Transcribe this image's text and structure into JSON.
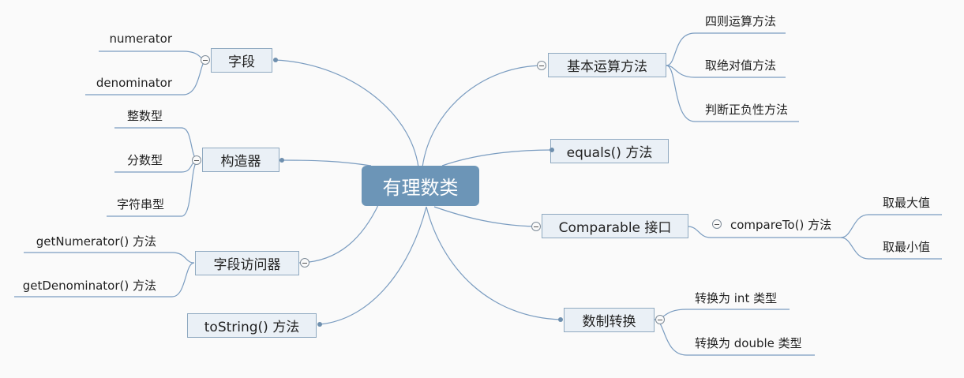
{
  "central": "有理数类",
  "left": {
    "fields": {
      "label": "字段",
      "children": [
        "numerator",
        "denominator"
      ]
    },
    "constructor": {
      "label": "构造器",
      "children": [
        "整数型",
        "分数型",
        "字符串型"
      ]
    },
    "accessors": {
      "label": "字段访问器",
      "children": [
        "getNumerator() 方法",
        "getDenominator() 方法"
      ]
    },
    "tostring": {
      "label": "toString() 方法"
    }
  },
  "right": {
    "arithmetic": {
      "label": "基本运算方法",
      "children": [
        "四则运算方法",
        "取绝对值方法",
        "判断正负性方法"
      ]
    },
    "equals": {
      "label": "equals() 方法"
    },
    "comparable": {
      "label": "Comparable 接口",
      "compare": {
        "label": "compareTo() 方法",
        "children": [
          "取最大值",
          "取最小值"
        ]
      }
    },
    "conversion": {
      "label": "数制转换",
      "children": [
        "转换为 int 类型",
        "转换为 double 类型"
      ]
    }
  },
  "colors": {
    "central_fill": "#6c95b7",
    "node_fill": "#eaf0f6",
    "node_border": "#8fa9c0",
    "line": "#7a9cc0",
    "background": "#fafafa"
  }
}
